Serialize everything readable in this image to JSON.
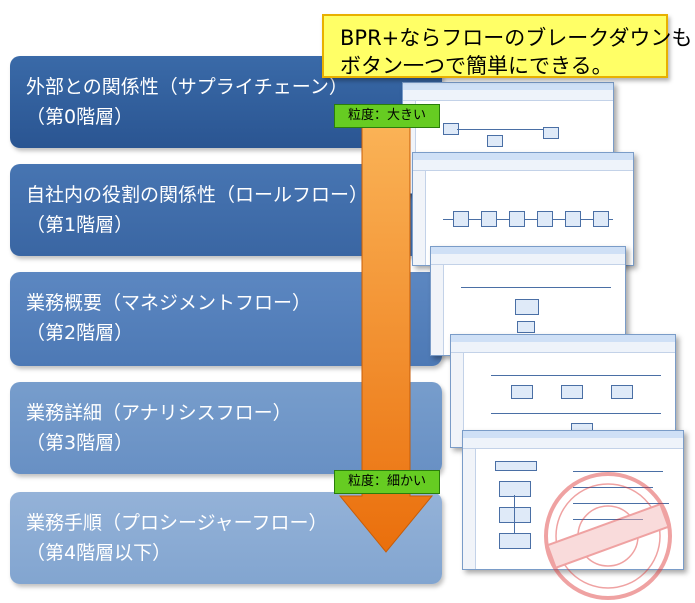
{
  "callout": {
    "line1": "BPR+ならフローのブレークダウンも",
    "line2": "ボタン一つで簡単にできる。"
  },
  "levels": [
    {
      "title": "外部との関係性（サプライチェーン）",
      "sub": "（第0階層）",
      "color": "#2f5f9e"
    },
    {
      "title": "自社内の役割の関係性（ロールフロー）",
      "sub": "（第1階層）",
      "color": "#3f6fae"
    },
    {
      "title": "業務概要（マネジメントフロー）",
      "sub": "（第2階層）",
      "color": "#5682bc"
    },
    {
      "title": "業務詳細（アナリシスフロー）",
      "sub": "（第3階層）",
      "color": "#7196c8"
    },
    {
      "title": "業務手順（プロシージャーフロー）",
      "sub": "（第4階層以下）",
      "color": "#8aaad3"
    }
  ],
  "granularity": {
    "coarse": "粒度：大きい",
    "fine": "粒度：細かい"
  },
  "arrow": {
    "color_top": "#fbb65a",
    "color_bottom": "#ea6f0c"
  }
}
